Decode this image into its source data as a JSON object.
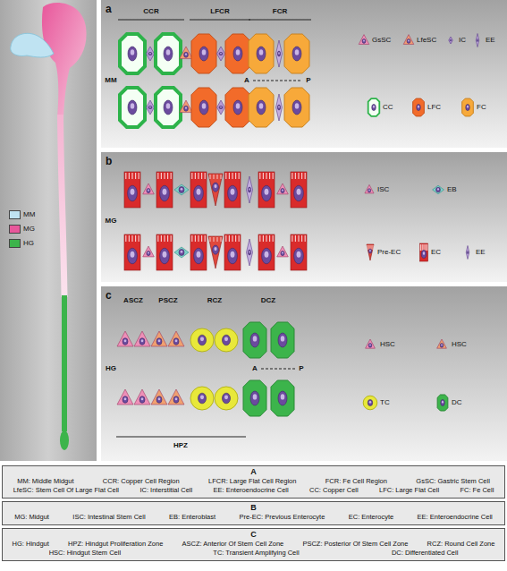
{
  "diagram": {
    "nodes": [
      {
        "text": [
          "a"
        ]
      },
      {
        "text": [
          "b"
        ]
      },
      {
        "text": [
          "c"
        ]
      },
      {
        "text": [
          "A",
          "MM: Middle Midgut",
          "CCR: Copper Cell Region",
          "LFCR: Large Flat Cell Region",
          "FCR: Fe Cell Region",
          "GsSC: Gastric Stem Cell",
          "LfeSC: Stem Cell Of Large Flat Cell",
          "IC: Interstitial Cell",
          "EE: Enteroendocrine Cell",
          "CC: Copper Cell",
          "LFC: Large Flat Cell",
          "FC: Fe Cell"
        ]
      },
      {
        "text": [
          "B",
          "MG: Midgut",
          "ISC: Intestinal Stem Cell",
          "EB: Enteroblast",
          "Pre-EC: Previous Enterocyte",
          "EC: Enterocyte",
          "EE: Enteroendocrine Cell"
        ]
      },
      {
        "text": [
          "C",
          "HG: Hindgut",
          "HPZ: Hindgut Proliferation Zone",
          "ASCZ: Anterior Of Stem Cell Zone",
          "PSCZ: Posterior Of Stem Cell Zone",
          "RCZ: Round Cell Zone",
          "HSC: Hindgut Stem Cell",
          "TC: Transient Amplifying Cell",
          "DC: Differentiated Cell"
        ]
      }
    ],
    "labels": [
      "CCR",
      "LFCR",
      "FCR",
      "MM",
      "A",
      "P",
      "MG",
      "ASCZ",
      "PSCZ",
      "RCZ",
      "DCZ",
      "HG",
      "A",
      "P",
      "HPZ"
    ],
    "legend": [
      {
        "text": "MM",
        "color": "#bfe3f2"
      },
      {
        "text": "MG",
        "color": "#e8579b"
      },
      {
        "text": "HG",
        "color": "#3cb44b"
      },
      {
        "text": "GsSC"
      },
      {
        "text": "LfeSC"
      },
      {
        "text": "IC"
      },
      {
        "text": "EE"
      },
      {
        "text": "CC"
      },
      {
        "text": "LFC"
      },
      {
        "text": "FC"
      },
      {
        "text": "ISC"
      },
      {
        "text": "EB"
      },
      {
        "text": "Pre-EC"
      },
      {
        "text": "EC"
      },
      {
        "text": "EE"
      },
      {
        "text": "HSC"
      },
      {
        "text": "HSC"
      },
      {
        "text": "TC"
      },
      {
        "text": "DC"
      }
    ]
  }
}
